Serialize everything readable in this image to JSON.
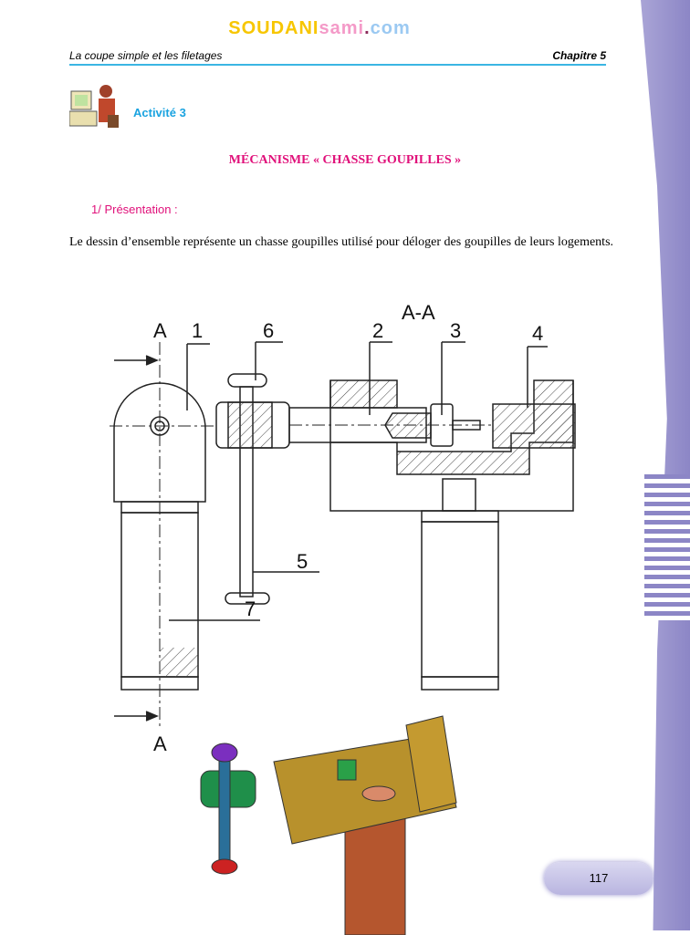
{
  "brand": {
    "part1": "SOUDANI",
    "part2": "sami",
    "part3": ".",
    "part4": "com"
  },
  "header": {
    "left": "La coupe simple et les filetages",
    "right": "Chapitre 5"
  },
  "activity": "Activité 3",
  "title": "MÉCANISME « CHASSE GOUPILLES »",
  "section": "1/ Présentation :",
  "paragraph": "Le dessin d’ensemble représente un chasse goupilles utilisé pour déloger des goupilles de leurs logements.",
  "drawing": {
    "section_top": "A",
    "section_bottom": "A",
    "section_view": "A-A",
    "labels": [
      "1",
      "6",
      "2",
      "3",
      "4",
      "5",
      "7"
    ]
  },
  "page_number": "117"
}
